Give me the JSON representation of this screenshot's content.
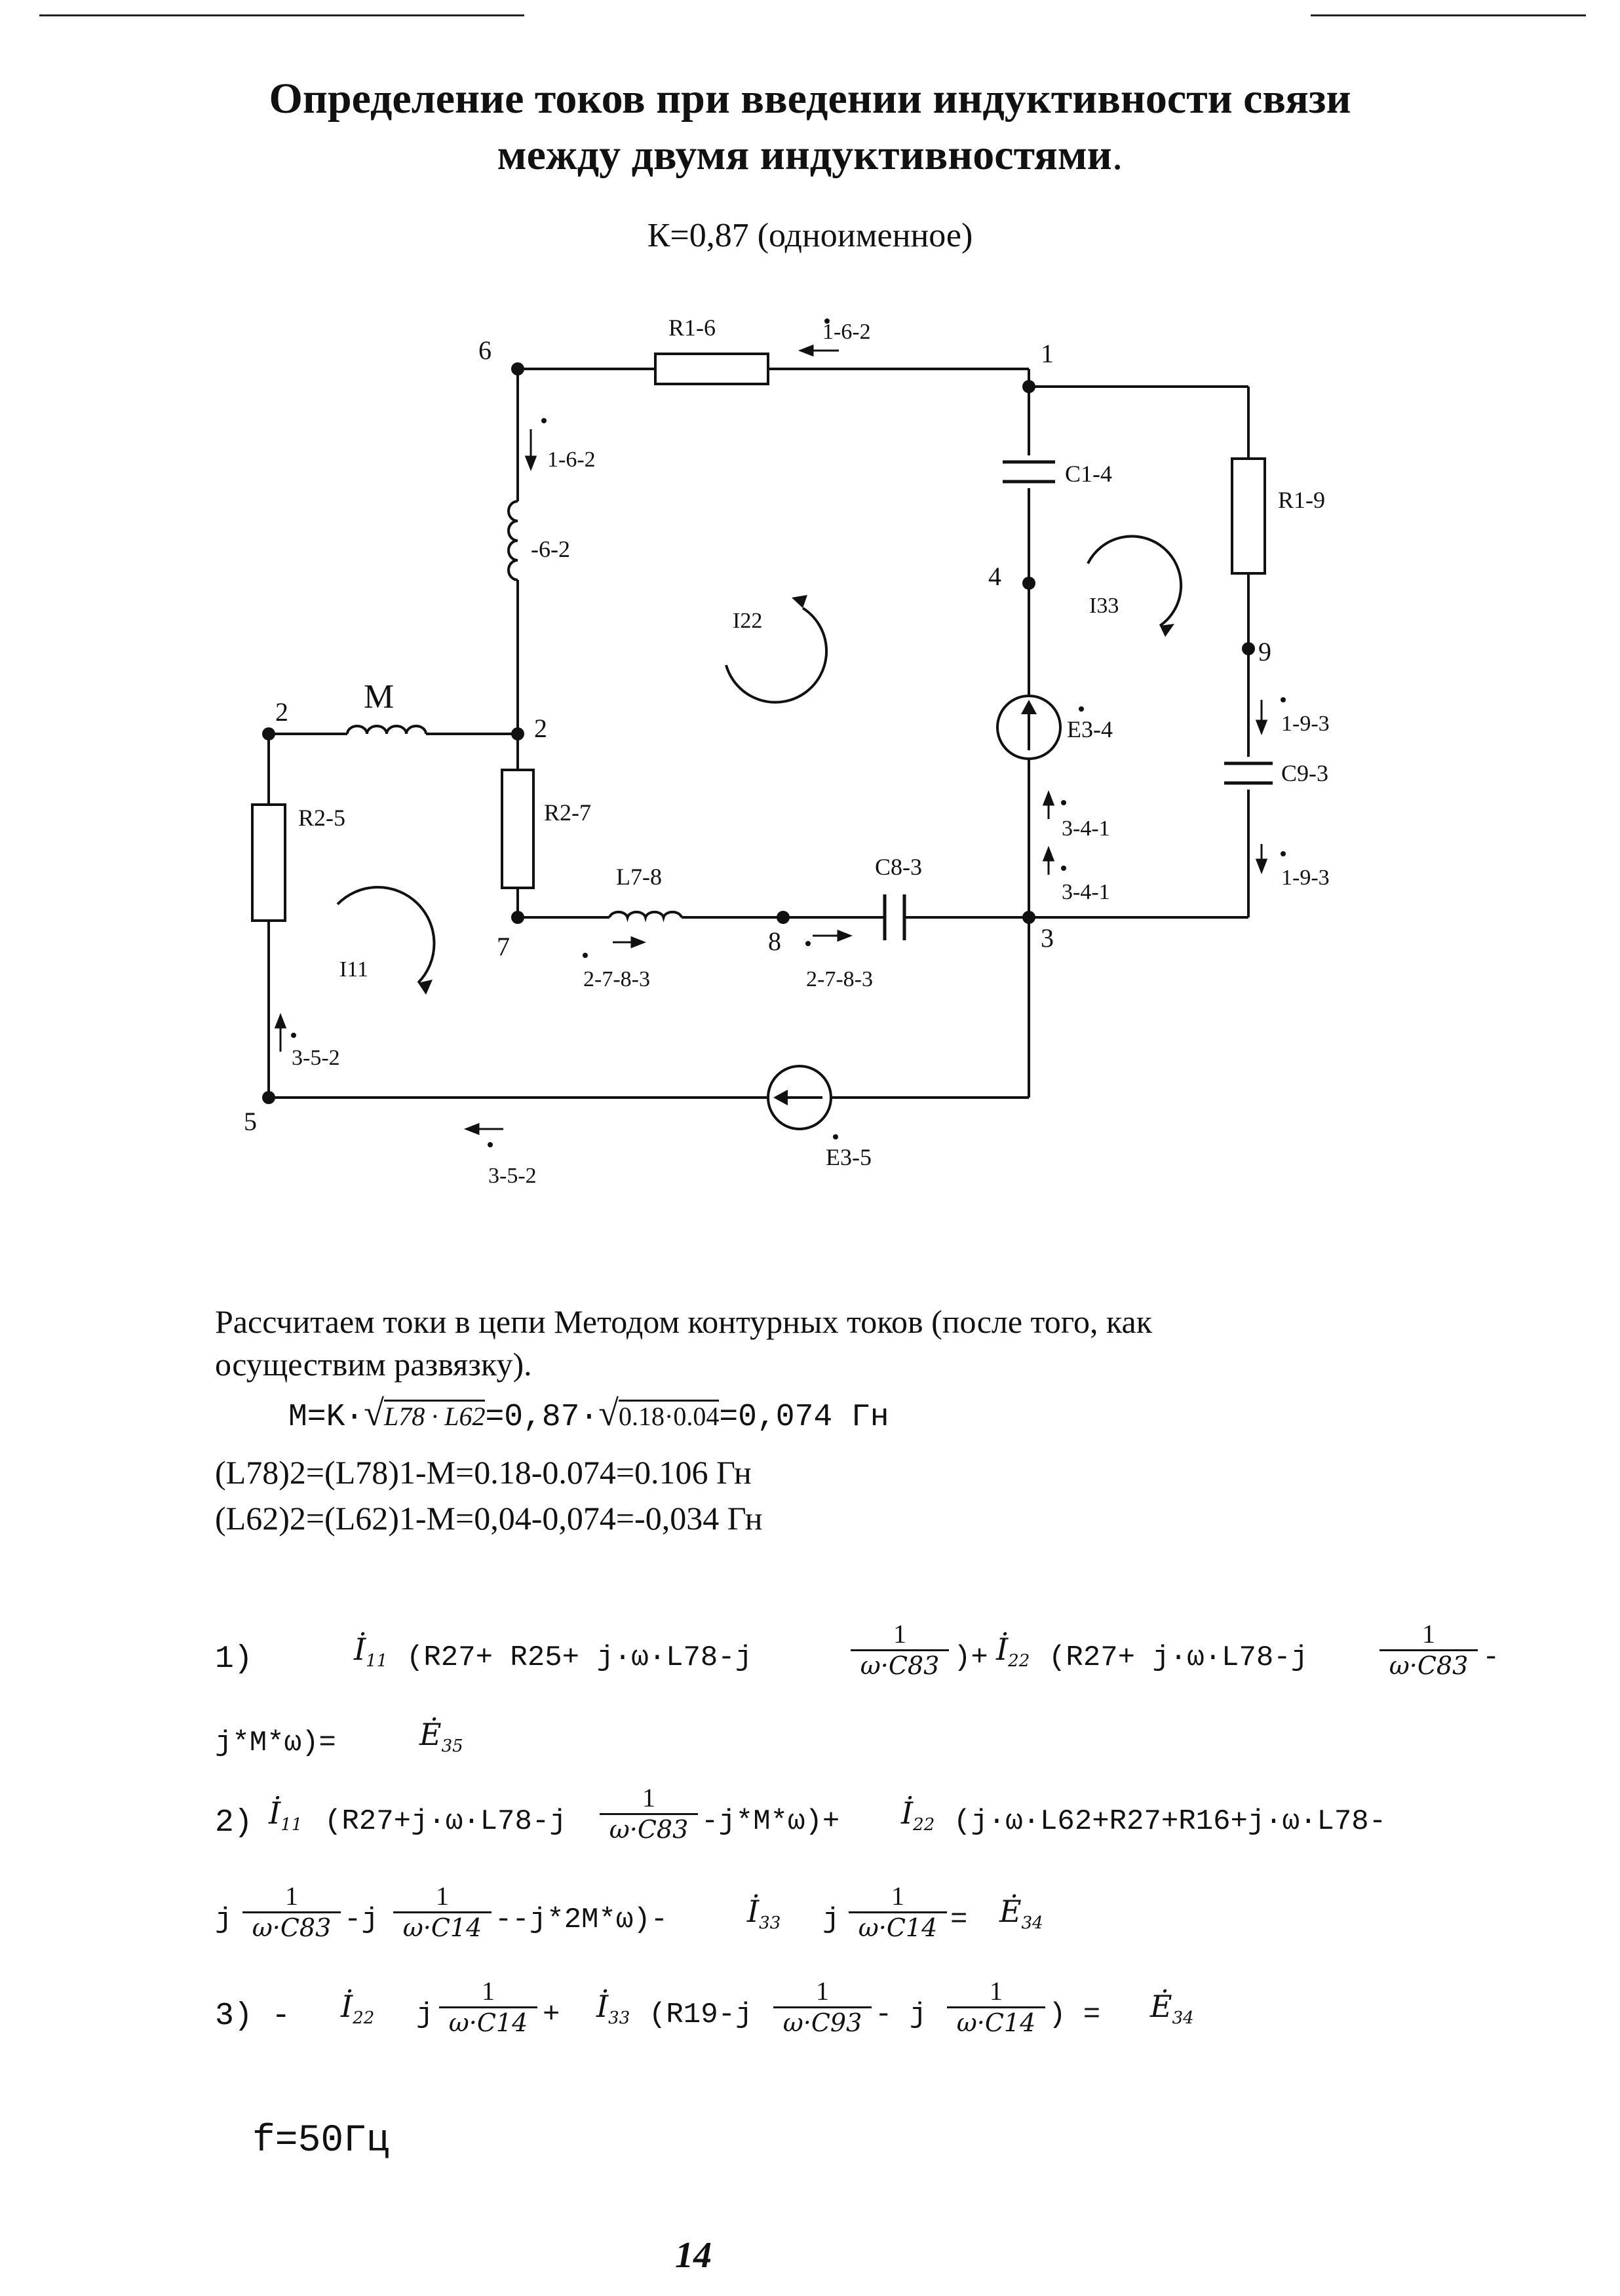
{
  "header": {
    "title_line1": "Определение токов при введении индуктивности связи",
    "title_line2": "между двумя индуктивностями",
    "title_dot": ".",
    "subtitle": "К=0,87  (одноименное)"
  },
  "circuit": {
    "nodes": {
      "n1": "1",
      "n2a": "2",
      "n2b": "2",
      "n3": "3",
      "n4": "4",
      "n5": "5",
      "n6": "6",
      "n7": "7",
      "n8": "8",
      "n9": "9"
    },
    "components": {
      "R16": "R1-6",
      "C14": "C1-4",
      "R19": "R1-9",
      "L62": "-6-2",
      "M": "M",
      "R25": "R2-5",
      "R27": "R2-7",
      "L78": "L7-8",
      "C83": "C8-3",
      "E34": "E3-4",
      "C93": "C9-3",
      "E35": "E3-5"
    },
    "currents": {
      "i162_top": "1-6-2",
      "I162_left": "1-6-2",
      "I22": "I22",
      "I33": "I33",
      "I11": "I11",
      "i193": "1-9-3",
      "I193": "1-9-3",
      "I341a": "3-4-1",
      "i341b": "3-4-1",
      "i2783": "2-7-8-3",
      "I2783": "2-7-8-3",
      "i352": "3-5-2",
      "I352": "3-5-2"
    }
  },
  "text": {
    "para_line1": "Рассчитаем токи в цепи  Методом контурных токов (после того, как",
    "para_line2": "осуществим развязку).",
    "m_formula_left": "M=K·",
    "m_formula_sqrt1": "L78 · L62",
    "m_formula_mid": "=0,87·",
    "m_formula_sqrt2": "0.18·0.04",
    "m_formula_right": "=0,074  Гн",
    "l78_line": "(L78)2=(L78)1-M=0.18-0.074=0.106 Гн",
    "l62_line": "(L62)2=(L62)1-M=0,04-0,074=-0,034  Гн"
  },
  "equations": {
    "eq1_a": "1)",
    "eq1_b": "(R27+   R25+  j·ω·L78-j",
    "eq1_c": ")+",
    "eq1_d": "(R27+   j·ω·L78-j",
    "eq1_e": "-",
    "eq1_f": "j*M*ω)=",
    "eq2_a": "2)",
    "eq2_b": "(R27+j·ω·L78-j",
    "eq2_c": "-j*M*ω)+",
    "eq2_d": "(j·ω·L62+R27+R16+j·ω·L78-",
    "eq2_e": "j",
    "eq2_f": "-j",
    "eq2_g": "--j*2M*ω)-",
    "eq2_h": "j",
    "eq2_i": "=",
    "eq3_a": "3)  -",
    "eq3_b": "j",
    "eq3_c": "+",
    "eq3_d": "(R19-j",
    "eq3_e": "-  j",
    "eq3_f": ")  =",
    "one": "1",
    "frac_c83": "ω·C83",
    "frac_c14": "ω·C14",
    "frac_c93": "ω·C93",
    "I11": "I11",
    "I22": "I22",
    "I33": "I33",
    "E35": "E35",
    "E34": "E34"
  },
  "footer": {
    "freq": "f=50Гц",
    "page_number": "14"
  }
}
